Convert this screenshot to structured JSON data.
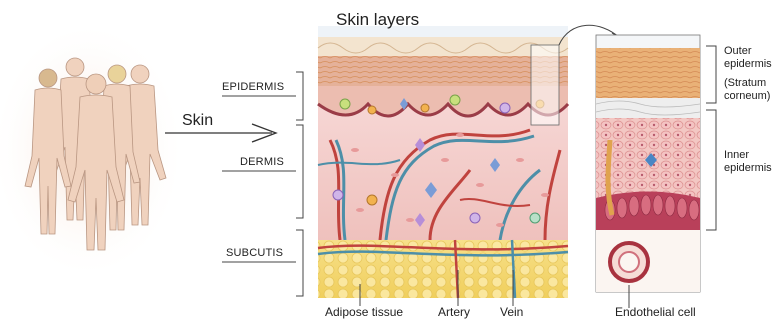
{
  "title": "Skin layers",
  "arrow_label": "Skin",
  "layers": {
    "epidermis": "EPIDERMIS",
    "dermis": "DERMIS",
    "subcutis": "SUBCUTIS"
  },
  "bottom_labels": {
    "adipose": "Adipose tissue",
    "artery": "Artery",
    "vein": "Vein",
    "endothelial": "Endothelial cell"
  },
  "side_labels": {
    "outer_line1": "Outer",
    "outer_line2": "epidermis",
    "outer_line3": "(Stratum",
    "outer_line4": "corneum)",
    "inner_line1": "Inner",
    "inner_line2": "epidermis"
  },
  "colors": {
    "skin_tone": "#f1d4c0",
    "epidermis": "#e7b7a1",
    "dermis": "#f3cbc8",
    "fat": "#f5d971",
    "artery": "#c0433e",
    "vein": "#4d8fa8"
  }
}
